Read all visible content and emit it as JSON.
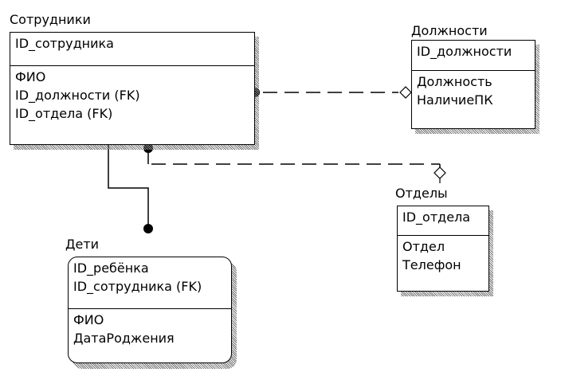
{
  "entities": {
    "employees": {
      "title": "Сотрудники",
      "key_fields": [
        "ID_сотрудника"
      ],
      "attributes": [
        "ФИО",
        "ID_должности (FK)",
        "ID_отдела (FK)"
      ]
    },
    "positions": {
      "title": "Должности",
      "key_fields": [
        "ID_должности"
      ],
      "attributes": [
        "Должность",
        "НаличиеПК"
      ]
    },
    "departments": {
      "title": "Отделы",
      "key_fields": [
        "ID_отдела"
      ],
      "attributes": [
        "Отдел",
        "Телефон"
      ]
    },
    "children": {
      "title": "Дети",
      "key_fields": [
        "ID_ребёнка",
        "ID_сотрудника (FK)"
      ],
      "attributes": [
        "ФИО",
        "ДатаРоджения"
      ]
    }
  },
  "relationships": [
    {
      "from": "positions",
      "to": "employees",
      "style": "dashed",
      "parent_end": "diamond",
      "child_end": "dot"
    },
    {
      "from": "departments",
      "to": "employees",
      "style": "dashed",
      "parent_end": "diamond",
      "child_end": "dot"
    },
    {
      "from": "employees",
      "to": "children",
      "style": "solid",
      "parent_end": "none",
      "child_end": "dot"
    }
  ]
}
